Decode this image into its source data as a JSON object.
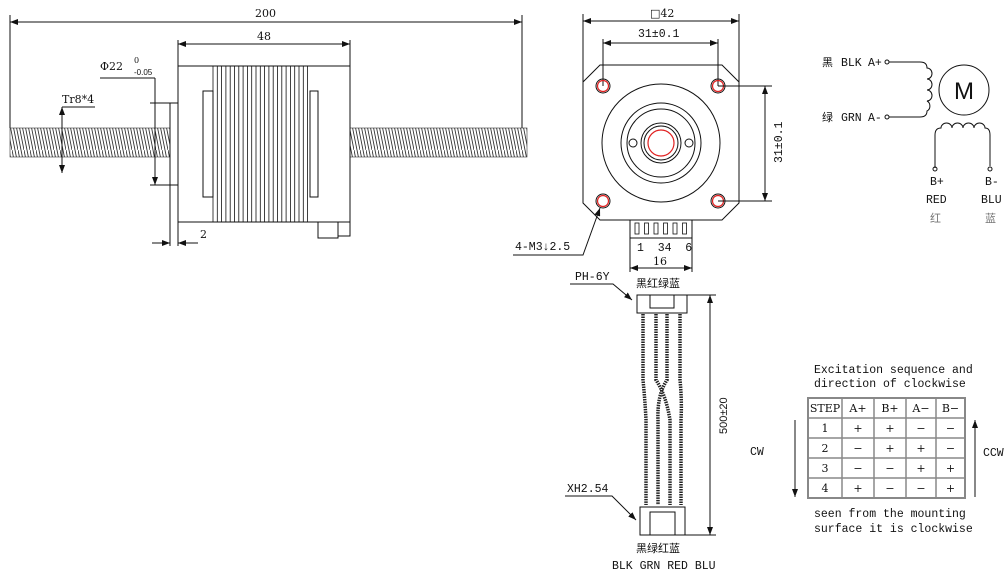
{
  "side_view": {
    "overall_length": "200",
    "body_length": "48",
    "pilot_diameter": "Φ22",
    "pilot_tol_upper": "0",
    "pilot_tol_lower": "-0.05",
    "screw_spec": "Tr8*4",
    "pilot_height": "2"
  },
  "front_view": {
    "frame_size": "□42",
    "hole_spacing_h": "31±0.1",
    "hole_spacing_v": "31±0.1",
    "mount_holes": "4-M3↓2.5",
    "pin_numbers": "1  34  6",
    "connector_width": "16"
  },
  "wiring": {
    "a_plus": {
      "cn": "黑",
      "color": "BLK",
      "phase": "A+"
    },
    "a_minus": {
      "cn": "绿",
      "color": "GRN",
      "phase": "A-"
    },
    "motor_symbol": "M",
    "b_plus": {
      "phase": "B+",
      "color": "RED",
      "cn": "红"
    },
    "b_minus": {
      "phase": "B-",
      "color": "BLU",
      "cn": "蓝"
    }
  },
  "cable": {
    "top_connector": "PH-6Y",
    "top_colors_cn": "黑红绿蓝",
    "length": "500±20",
    "bottom_connector": "XH2.54",
    "bottom_colors_cn": "黑绿红蓝",
    "bottom_colors_en": "BLK GRN RED BLU"
  },
  "excitation": {
    "title_line1": "Excitation sequence and",
    "title_line2": "direction of clockwise",
    "headers": [
      "STEP",
      "A+",
      "B+",
      "A−",
      "B−"
    ],
    "rows": [
      [
        "1",
        "+",
        "+",
        "−",
        "−"
      ],
      [
        "2",
        "−",
        "+",
        "+",
        "−"
      ],
      [
        "3",
        "−",
        "−",
        "+",
        "+"
      ],
      [
        "4",
        "+",
        "−",
        "−",
        "+"
      ]
    ],
    "cw_label": "CW",
    "ccw_label": "CCW",
    "note_line1": "seen from the mounting",
    "note_line2": "surface it is clockwise"
  },
  "colors": {
    "line": "#111111",
    "hole": "#e02020"
  }
}
